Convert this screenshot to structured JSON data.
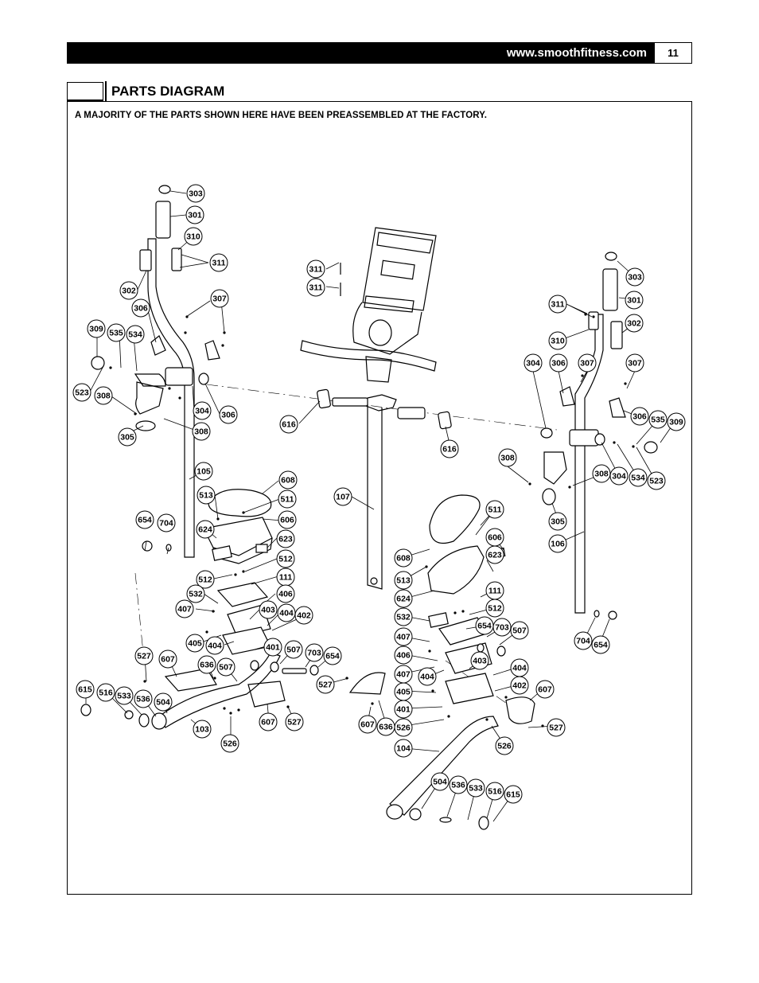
{
  "header": {
    "url": "www.smoothfitness.com",
    "page_number": "11"
  },
  "section": {
    "title": "PARTS DIAGRAM",
    "note": "A MAJORITY OF THE PARTS SHOWN HERE HAVE BEEN PREASSEMBLED AT THE FACTORY."
  },
  "callouts": [
    "303",
    "301",
    "310",
    "311",
    "302",
    "306",
    "307",
    "309",
    "535",
    "534",
    "523",
    "308",
    "304",
    "306",
    "308",
    "305",
    "311",
    "311",
    "616",
    "616",
    "107",
    "105",
    "608",
    "513",
    "511",
    "606",
    "623",
    "624",
    "654",
    "704",
    "512",
    "512",
    "111",
    "532",
    "406",
    "407",
    "403",
    "404",
    "402",
    "405",
    "404",
    "401",
    "507",
    "703",
    "654",
    "527",
    "607",
    "636",
    "507",
    "615",
    "516",
    "533",
    "536",
    "504",
    "103",
    "526",
    "607",
    "527",
    "303",
    "301",
    "311",
    "302",
    "310",
    "304",
    "306",
    "307",
    "307",
    "306",
    "535",
    "309",
    "308",
    "308",
    "304",
    "534",
    "523",
    "305",
    "106",
    "511",
    "608",
    "606",
    "623",
    "513",
    "111",
    "624",
    "512",
    "532",
    "654",
    "703",
    "507",
    "407",
    "406",
    "403",
    "404",
    "407",
    "404",
    "402",
    "607",
    "527",
    "405",
    "401",
    "526",
    "607",
    "636",
    "527",
    "526",
    "104",
    "704",
    "654",
    "504",
    "536",
    "533",
    "516",
    "615"
  ]
}
